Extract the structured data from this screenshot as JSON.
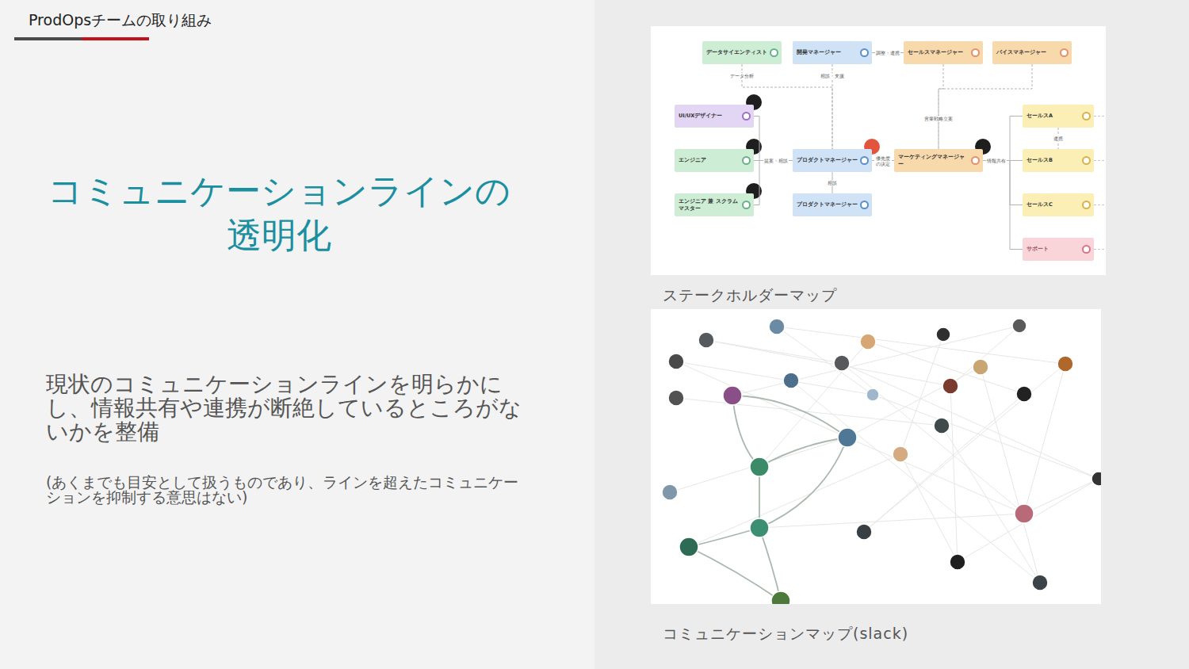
{
  "diagram": {
    "title": "コミュニケーションラインの 透明化",
    "nodes": [
      {
        "text": [
          "データサイエンティスト"
        ]
      },
      {
        "text": [
          "開発マネージャー"
        ]
      },
      {
        "text": [
          "セールスマネージャー"
        ]
      },
      {
        "text": [
          "バイスマネージャー"
        ]
      },
      {
        "text": [
          "UI/UXデザイナー"
        ]
      },
      {
        "text": [
          "セールスA"
        ]
      },
      {
        "text": [
          "エンジニア"
        ]
      },
      {
        "text": [
          "プロダクトマネージャー"
        ]
      },
      {
        "text": [
          "マーケティングマネージャー"
        ]
      },
      {
        "text": [
          "セールスB"
        ]
      },
      {
        "text": [
          "エンジニア 兼 スクラムマスター"
        ]
      },
      {
        "text": [
          "プロダクトマネージャー"
        ]
      },
      {
        "text": [
          "セールスC"
        ]
      },
      {
        "text": [
          "サポート"
        ]
      }
    ],
    "edges": [
      {
        "from": 1,
        "to": 2,
        "label": "調整・連携",
        "arrow": "none"
      },
      {
        "from": 0,
        "to": 7,
        "label": "データ分析",
        "arrow": "none"
      },
      {
        "from": 1,
        "to": 7,
        "label": "相談・支援",
        "arrow": "none"
      },
      {
        "from": 2,
        "to": 8,
        "label": "営業戦略立案",
        "arrow": "none"
      },
      {
        "from": 3,
        "to": 8,
        "arrow": "none"
      },
      {
        "from": 4,
        "to": 7,
        "arrow": "none"
      },
      {
        "from": 6,
        "to": 7,
        "label": "提案・相談",
        "arrow": "none"
      },
      {
        "from": 10,
        "to": 7,
        "arrow": "none"
      },
      {
        "from": 7,
        "to": 8,
        "label": "優先度の決定",
        "arrow": "none"
      },
      {
        "from": 7,
        "to": 11,
        "label": "相談",
        "arrow": "none"
      },
      {
        "from": 8,
        "to": 9,
        "label": "情報共有",
        "arrow": "none"
      },
      {
        "from": 8,
        "to": 5,
        "arrow": "none"
      },
      {
        "from": 8,
        "to": 12,
        "arrow": "none"
      },
      {
        "from": 8,
        "to": 13,
        "arrow": "none"
      },
      {
        "from": 5,
        "to": 9,
        "label": "連携",
        "arrow": "none"
      }
    ],
    "labels": [
      "ProdOpsチームの取り組み",
      "現状のコミュニケーションラインを明らかにし、情報共有や連携が断絶しているところがないかを整備",
      "(あくまでも目安として扱うものであり、ラインを超えたコミュニケーションを抑制する意思はない)",
      "ステークホルダーマップ",
      "コミュニケーションマップ(slack)"
    ]
  }
}
